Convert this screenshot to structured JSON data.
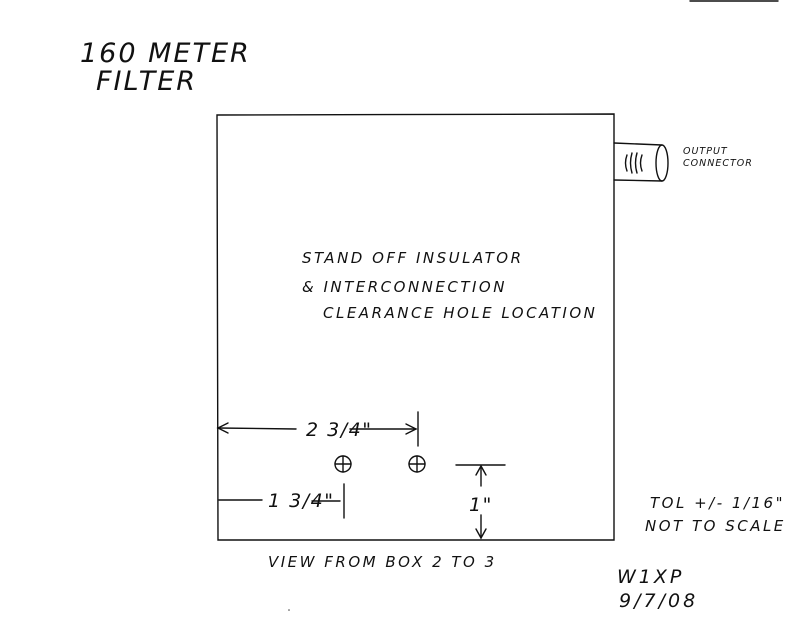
{
  "title": {
    "line1": "160 METER",
    "line2": "FILTER"
  },
  "connector": {
    "line1": "OUTPUT",
    "line2": "CONNECTOR"
  },
  "note": {
    "line1": "STAND OFF INSULATOR",
    "line2": "& INTERCONNECTION",
    "line3": "CLEARANCE HOLE LOCATION"
  },
  "dimensions": {
    "top_span": "2 3/4\"",
    "left_span": "1 3/4\"",
    "height": "1\""
  },
  "tolerance": {
    "line1": "TOL +/- 1/16\"",
    "line2": "NOT TO SCALE"
  },
  "caption": "VIEW FROM BOX 2 TO 3",
  "signature": {
    "call": "W1XP",
    "date": "9/7/08"
  }
}
